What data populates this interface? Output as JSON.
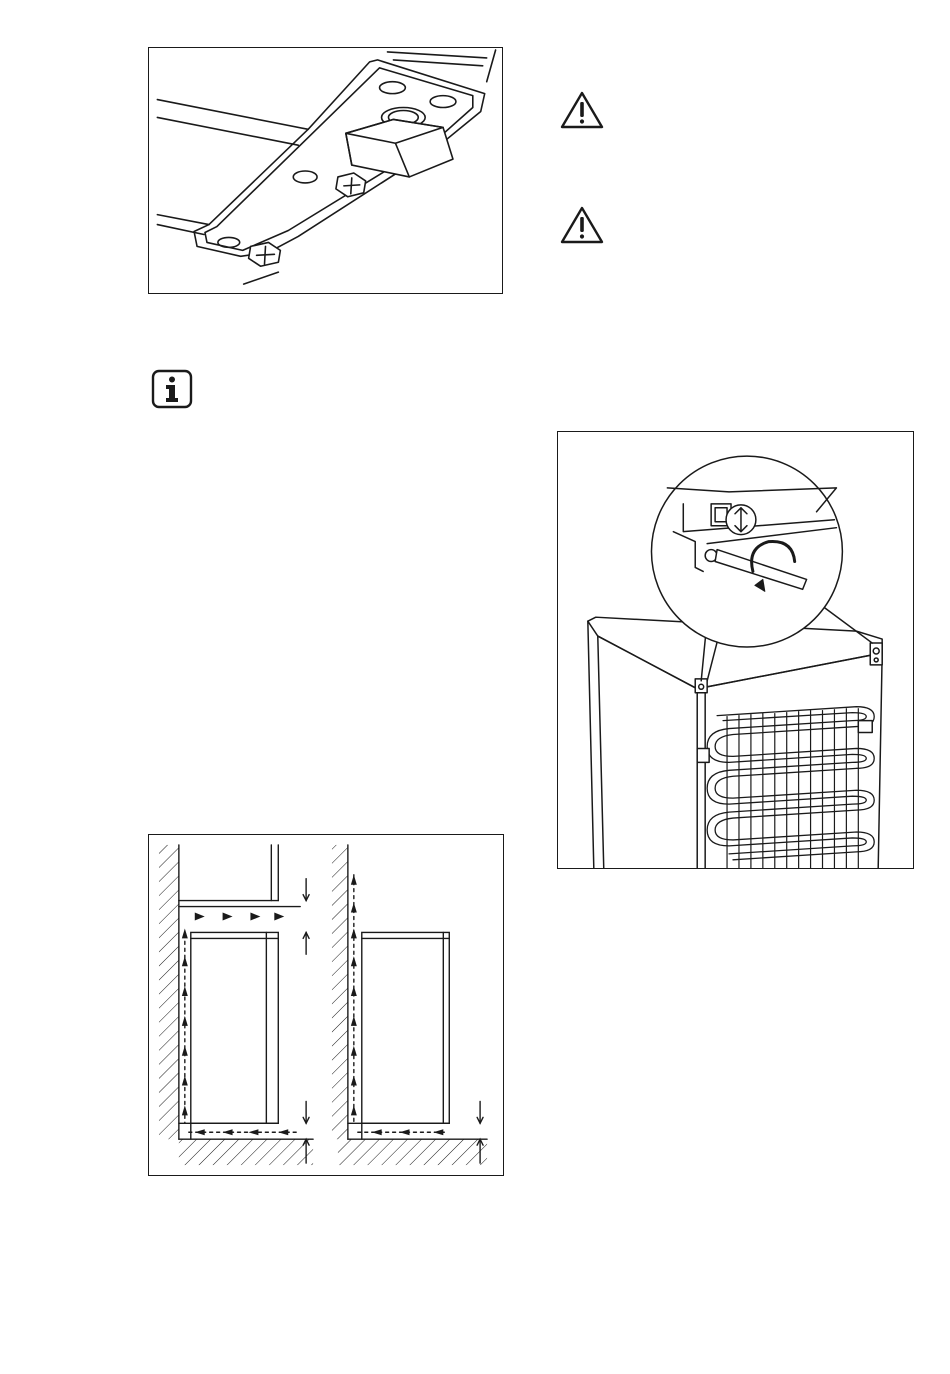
{
  "page": {
    "background": "#ffffff",
    "line_color": "#1a1a1a"
  },
  "figures": [
    {
      "id": "fig-foot",
      "subject": "adjustable-foot-under-appliance"
    },
    {
      "id": "fig-door",
      "subject": "door-alignment-screw-adjustment"
    },
    {
      "id": "fig-vent",
      "subject": "ventilation-clearance-airflow"
    }
  ],
  "icons": {
    "warning": "warning-triangle-icon",
    "information": "info-icon"
  }
}
